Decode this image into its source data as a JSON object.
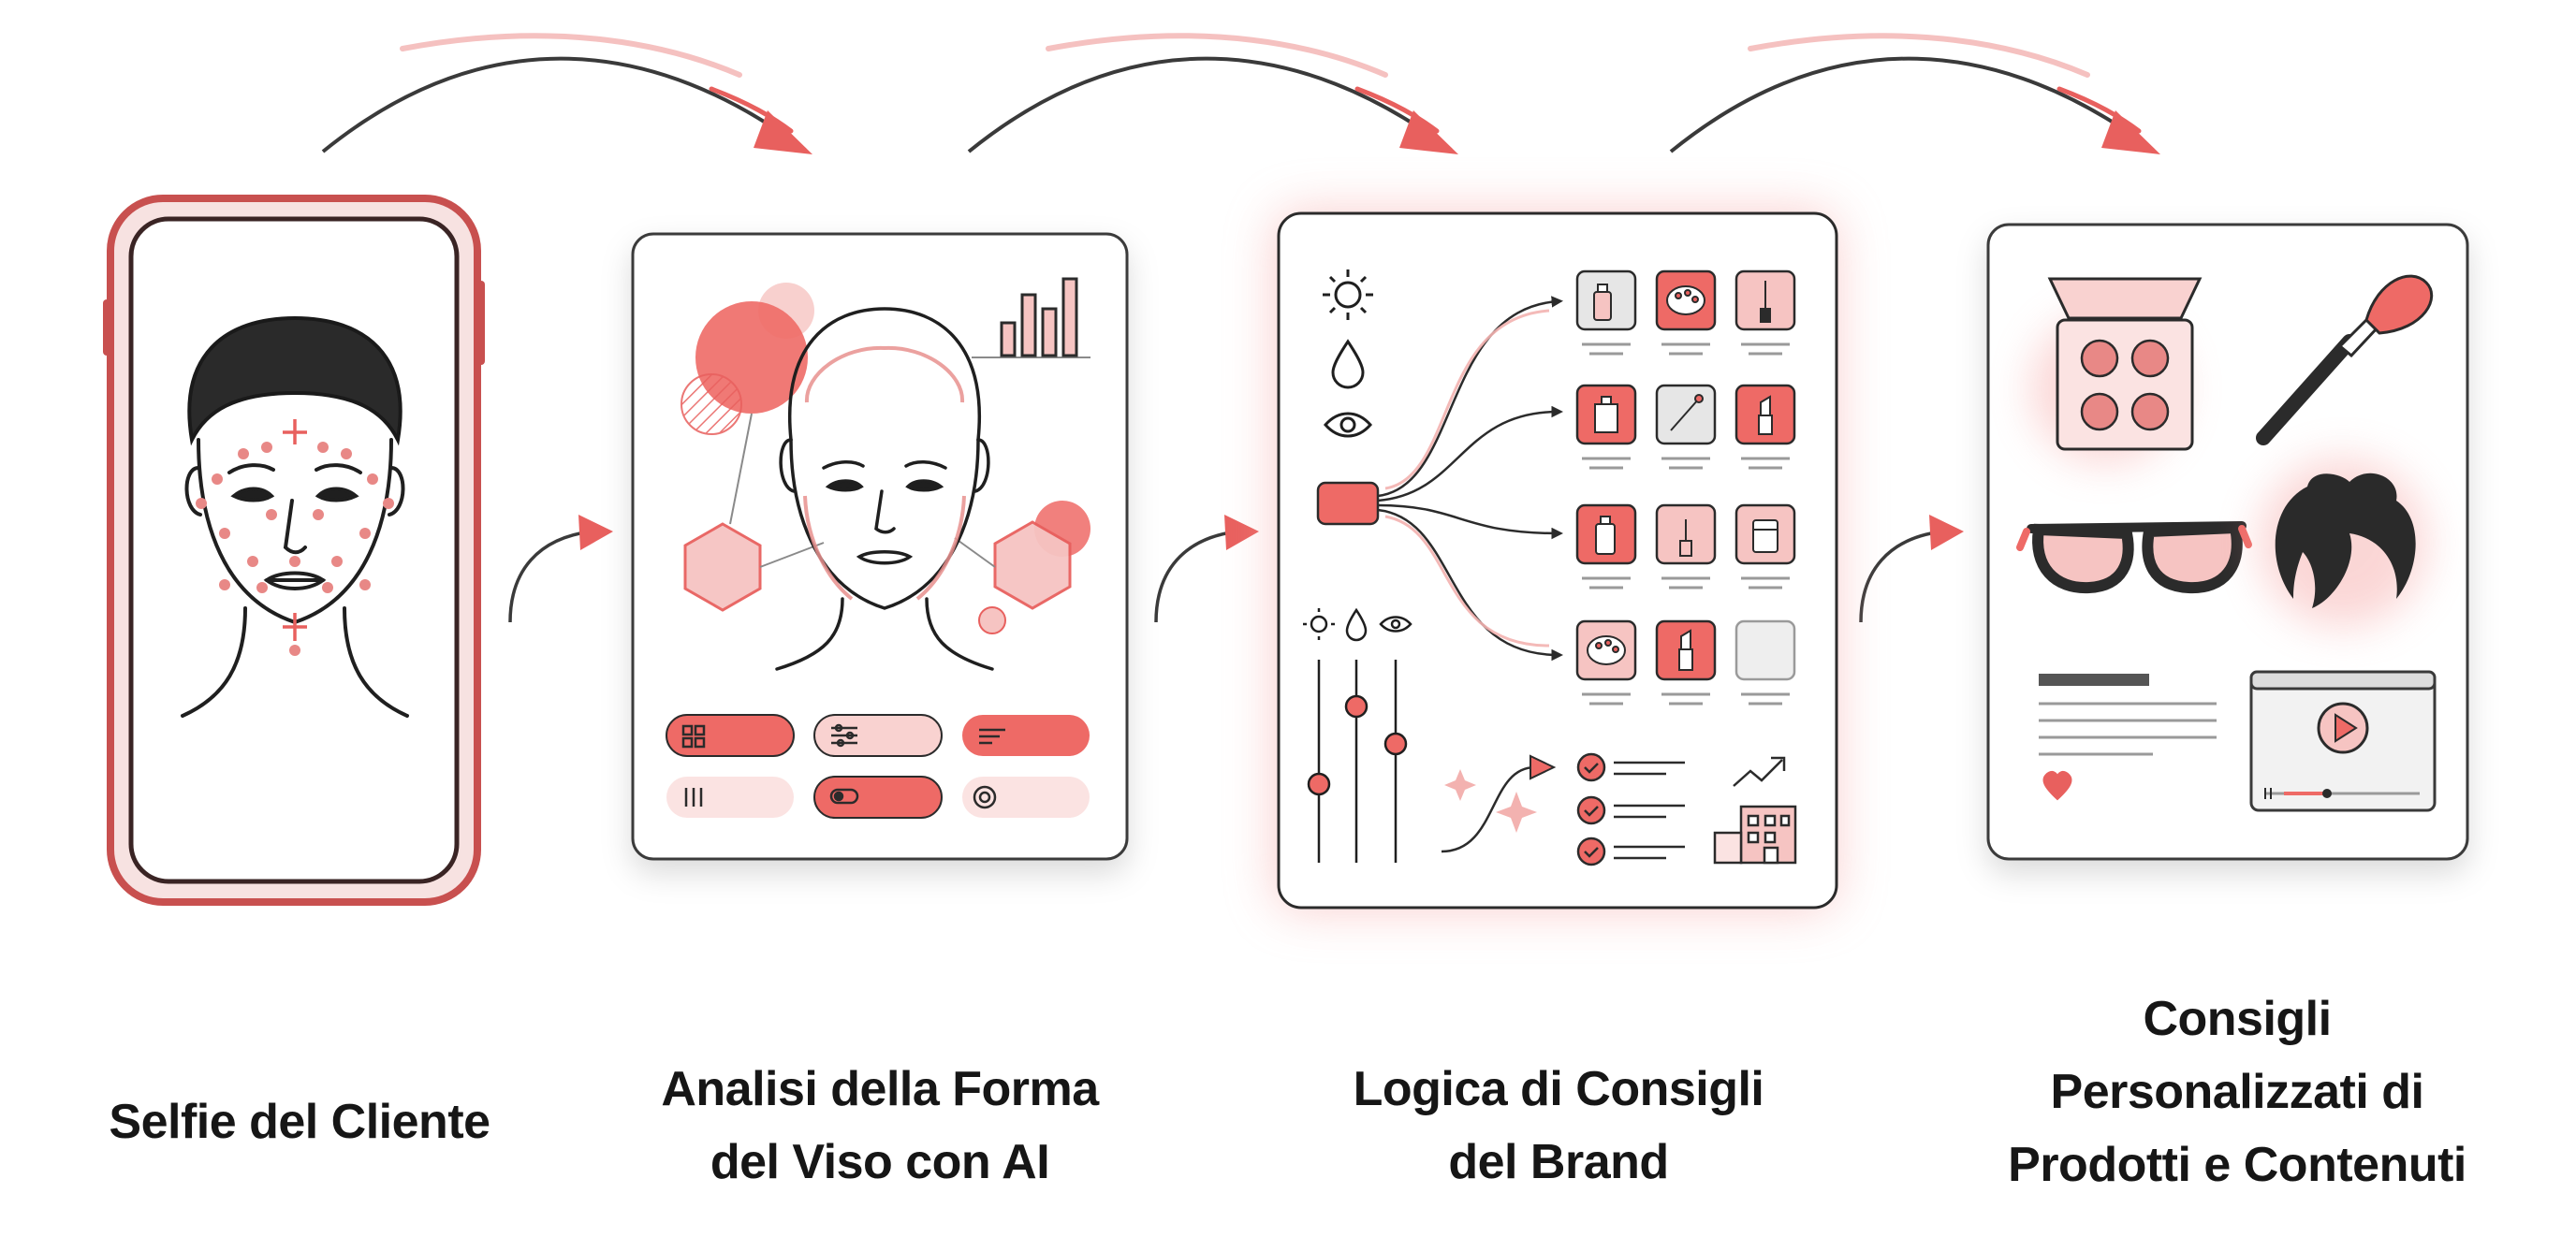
{
  "colors": {
    "accent": "#e8605e",
    "accent_light": "#f6c4c2",
    "accent_soft": "#fbe3e2",
    "ink": "#1f1f1f",
    "card_border": "#2b2b2b",
    "phone_frame": "#c8504f",
    "background": "#ffffff"
  },
  "steps": [
    {
      "id": "selfie",
      "label_lines": [
        "Selfie del Cliente"
      ]
    },
    {
      "id": "analysis",
      "label_lines": [
        "Analisi della Forma",
        "del Viso con AI"
      ]
    },
    {
      "id": "logic",
      "label_lines": [
        "Logica di Consigli",
        "del Brand"
      ]
    },
    {
      "id": "output",
      "label_lines": [
        "Consigli",
        "Personalizzati di",
        "Prodotti e Contenuti"
      ]
    }
  ],
  "icons": {
    "selfie": [
      "smartphone-icon",
      "face-icon"
    ],
    "analysis": [
      "face-outline-icon",
      "bar-chart-icon",
      "hexagon-icon",
      "grid-icon",
      "sliders-icon",
      "menu-lines-icon",
      "toggle-icon",
      "target-icon"
    ],
    "logic": [
      "sun-icon",
      "drop-icon",
      "eye-icon",
      "decision-node-icon",
      "bottle-icon",
      "palette-icon",
      "brush-icon",
      "lipstick-icon",
      "jar-icon",
      "checklist-icon",
      "trend-arrow-icon",
      "building-icon",
      "sparkle-icon"
    ],
    "output": [
      "compact-palette-icon",
      "makeup-brush-icon",
      "glasses-icon",
      "hair-icon",
      "article-icon",
      "heart-icon",
      "video-player-icon",
      "play-icon"
    ]
  },
  "connectors": [
    "arrow-selfie-to-analysis",
    "arrow-analysis-to-logic",
    "arrow-logic-to-output"
  ]
}
